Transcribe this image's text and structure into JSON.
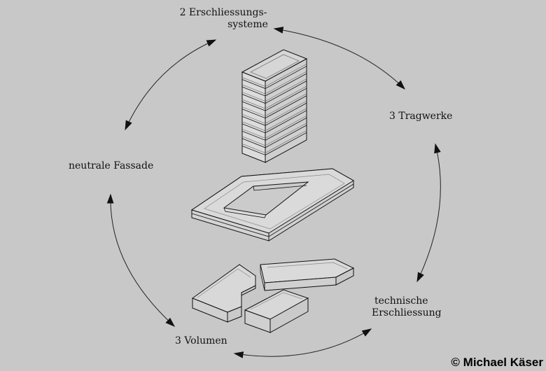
{
  "labels": {
    "erschliessungssysteme_line1": "2 Erschliessungs-",
    "erschliessungssysteme_line2": "systeme",
    "tragwerke": "3 Tragwerke",
    "neutrale_fassade": "neutrale Fassade",
    "technische_line1": "technische",
    "technische_line2": "Erschliessung",
    "volumen": "3 Volumen"
  },
  "copyright": "© Michael Käser"
}
